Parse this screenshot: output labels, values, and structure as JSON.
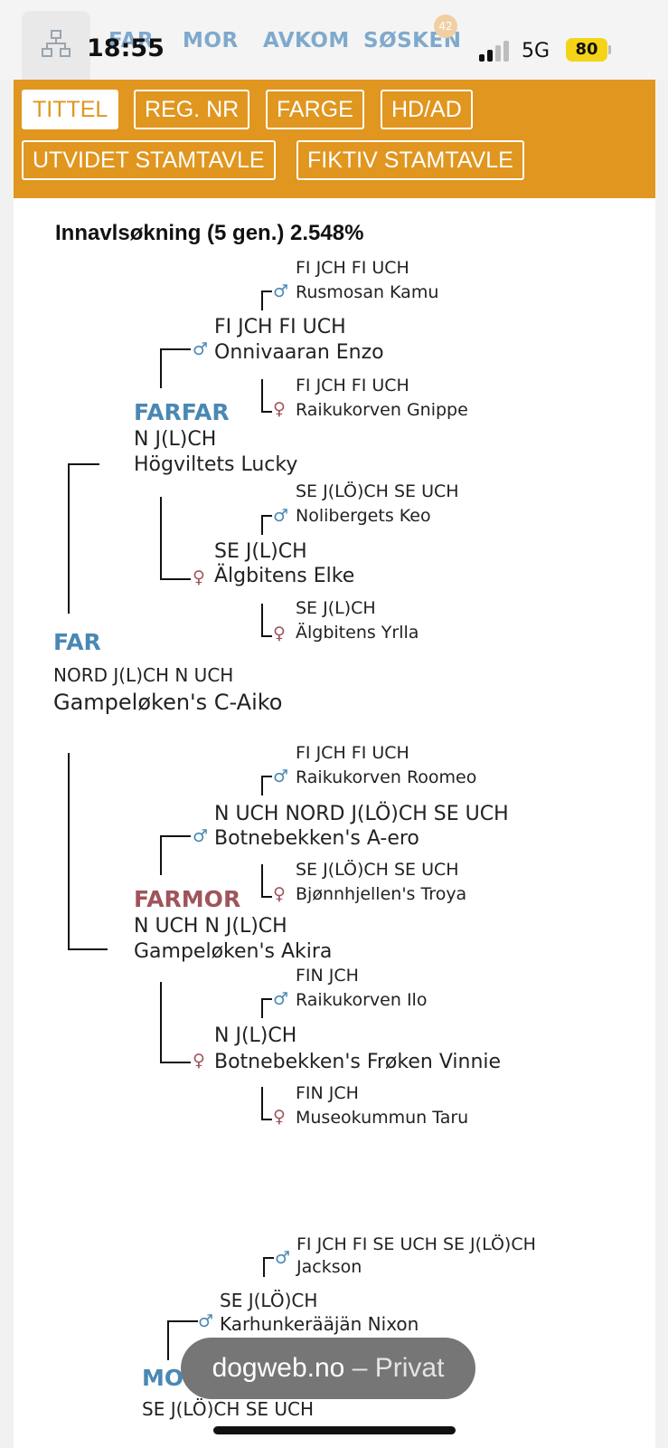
{
  "status": {
    "time": "18:55",
    "network": "5G",
    "battery": "80"
  },
  "nav": {
    "tabs": [
      {
        "label": "FAR"
      },
      {
        "label": "MOR"
      },
      {
        "label": "AVKOM"
      },
      {
        "label": "SØSKEN"
      }
    ],
    "siblings_badge": "42"
  },
  "toolbar": {
    "buttons": [
      {
        "label": "TITTEL",
        "active": true
      },
      {
        "label": "REG. NR"
      },
      {
        "label": "FARGE"
      },
      {
        "label": "HD/AD"
      },
      {
        "label": "UTVIDET STAMTAVLE"
      },
      {
        "label": "FIKTIV STAMTAVLE"
      }
    ]
  },
  "inbreeding": "Innavlsøkning (5 gen.) 2.548%",
  "far": {
    "role": "FAR",
    "title": "NORD J(L)CH N UCH",
    "name": "Gampeløken's C-Aiko",
    "farfar": {
      "role": "FARFAR",
      "title": "N J(L)CH",
      "name": "Högviltets Lucky",
      "sire": {
        "title": "FI JCH FI UCH",
        "name": "Onnivaaran Enzo",
        "sire": {
          "title": "FI JCH FI UCH",
          "name": "Rusmosan Kamu"
        },
        "dam": {
          "title": "FI JCH FI UCH",
          "name": "Raikukorven Gnippe"
        }
      },
      "dam": {
        "title": "SE J(L)CH",
        "name": "Älgbitens Elke",
        "sire": {
          "title": "SE J(LÖ)CH SE UCH",
          "name": "Nolibergets Keo"
        },
        "dam": {
          "title": "SE J(L)CH",
          "name": "Älgbitens Yrlla"
        }
      }
    },
    "farmor": {
      "role": "FARMOR",
      "title": "N UCH N J(L)CH",
      "name": "Gampeløken's Akira",
      "sire": {
        "title": "N UCH NORD J(LÖ)CH SE UCH",
        "name": "Botnebekken's A-ero",
        "sire": {
          "title": "FI JCH FI UCH",
          "name": "Raikukorven Roomeo"
        },
        "dam": {
          "title": "SE J(LÖ)CH SE UCH",
          "name": "Bjønnhjellen's Troya"
        }
      },
      "dam": {
        "title": "N J(L)CH",
        "name": "Botnebekken's Frøken Vinnie",
        "sire": {
          "title": "FIN JCH",
          "name": "Raikukorven Ilo"
        },
        "dam": {
          "title": "FIN JCH",
          "name": "Museokummun Taru"
        }
      }
    }
  },
  "mor": {
    "role": "MORFAR",
    "title": "SE J(LÖ)CH SE UCH",
    "sire": {
      "title": "SE J(LÖ)CH",
      "name": "Karhunkerääjän Nixon",
      "sire": {
        "title": "FI JCH FI SE UCH SE J(LÖ)CH",
        "name": "Jackson"
      }
    }
  },
  "browser": {
    "host": "dogweb.no",
    "mode": "– Privat"
  },
  "symbols": {
    "male": "♂",
    "female": "♀"
  }
}
